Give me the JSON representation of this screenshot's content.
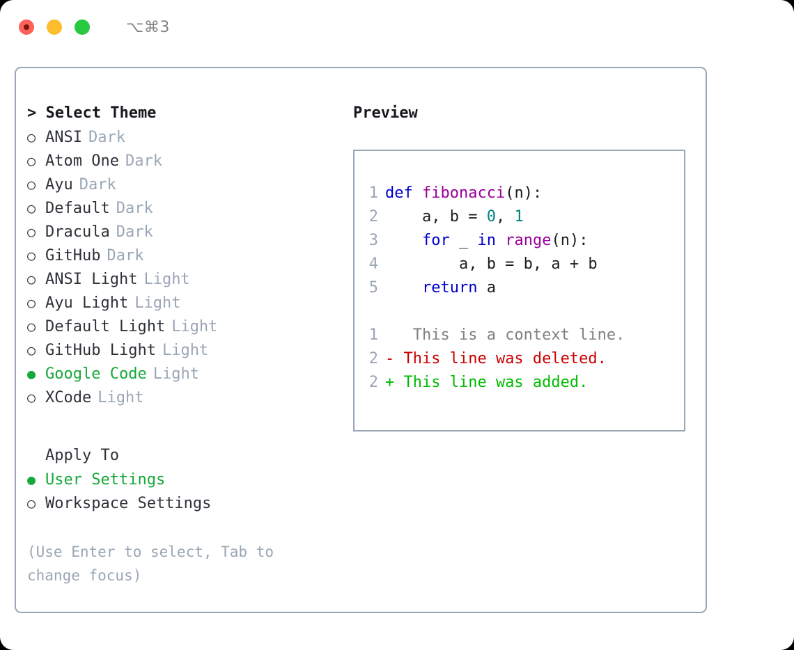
{
  "window": {
    "shortcut_title": "⌥⌘3",
    "traffic_lights": {
      "close": "close-dot",
      "minimize": "minimize-dot",
      "zoom": "zoom-dot"
    }
  },
  "theme_picker": {
    "header": "> Select Theme",
    "selected_bullet": "●",
    "unselected_bullet": "○",
    "items": [
      {
        "name": "ANSI",
        "variant": "Dark",
        "selected": false
      },
      {
        "name": "Atom One",
        "variant": "Dark",
        "selected": false
      },
      {
        "name": "Ayu",
        "variant": "Dark",
        "selected": false
      },
      {
        "name": "Default",
        "variant": "Dark",
        "selected": false
      },
      {
        "name": "Dracula",
        "variant": "Dark",
        "selected": false
      },
      {
        "name": "GitHub",
        "variant": "Dark",
        "selected": false
      },
      {
        "name": "ANSI Light",
        "variant": "Light",
        "selected": false
      },
      {
        "name": "Ayu Light",
        "variant": "Light",
        "selected": false
      },
      {
        "name": "Default Light",
        "variant": "Light",
        "selected": false
      },
      {
        "name": "GitHub Light",
        "variant": "Light",
        "selected": false
      },
      {
        "name": "Google Code",
        "variant": "Light",
        "selected": true
      },
      {
        "name": "XCode",
        "variant": "Light",
        "selected": false
      }
    ]
  },
  "apply_to": {
    "header": "Apply To",
    "items": [
      {
        "name": "User Settings",
        "selected": true
      },
      {
        "name": "Workspace Settings",
        "selected": false
      }
    ]
  },
  "hint": "(Use Enter to select, Tab to change focus)",
  "preview": {
    "title": "Preview",
    "code_lines": [
      {
        "lineno": "1",
        "tokens": [
          {
            "text": "def ",
            "type": "kw"
          },
          {
            "text": "fibonacci",
            "type": "fn"
          },
          {
            "text": "(n):",
            "type": "plain"
          }
        ]
      },
      {
        "lineno": "2",
        "tokens": [
          {
            "text": "    a, b = ",
            "type": "plain"
          },
          {
            "text": "0",
            "type": "num"
          },
          {
            "text": ", ",
            "type": "plain"
          },
          {
            "text": "1",
            "type": "num"
          }
        ]
      },
      {
        "lineno": "3",
        "tokens": [
          {
            "text": "    ",
            "type": "plain"
          },
          {
            "text": "for",
            "type": "kw"
          },
          {
            "text": " _ ",
            "type": "plain"
          },
          {
            "text": "in",
            "type": "kw"
          },
          {
            "text": " ",
            "type": "plain"
          },
          {
            "text": "range",
            "type": "fn"
          },
          {
            "text": "(n):",
            "type": "plain"
          }
        ]
      },
      {
        "lineno": "4",
        "tokens": [
          {
            "text": "        a, b = b, a + b",
            "type": "plain"
          }
        ]
      },
      {
        "lineno": "5",
        "tokens": [
          {
            "text": "    ",
            "type": "plain"
          },
          {
            "text": "return",
            "type": "kw"
          },
          {
            "text": " a",
            "type": "plain"
          }
        ]
      }
    ],
    "diff_lines": [
      {
        "lineno": "1",
        "marker": " ",
        "text": "  This is a context line.",
        "kind": "ctx"
      },
      {
        "lineno": "2",
        "marker": "-",
        "text": " This line was deleted.",
        "kind": "del"
      },
      {
        "lineno": "2",
        "marker": "+",
        "text": " This line was added.",
        "kind": "add"
      }
    ]
  },
  "colors": {
    "accent_green": "#16a83a",
    "muted": "#9aa5b5",
    "border": "#9aa5b5",
    "keyword": "#0000cc",
    "function": "#990099",
    "number": "#008080",
    "diff_delete": "#cc0000",
    "diff_add": "#00bb00",
    "diff_context": "#808080"
  }
}
